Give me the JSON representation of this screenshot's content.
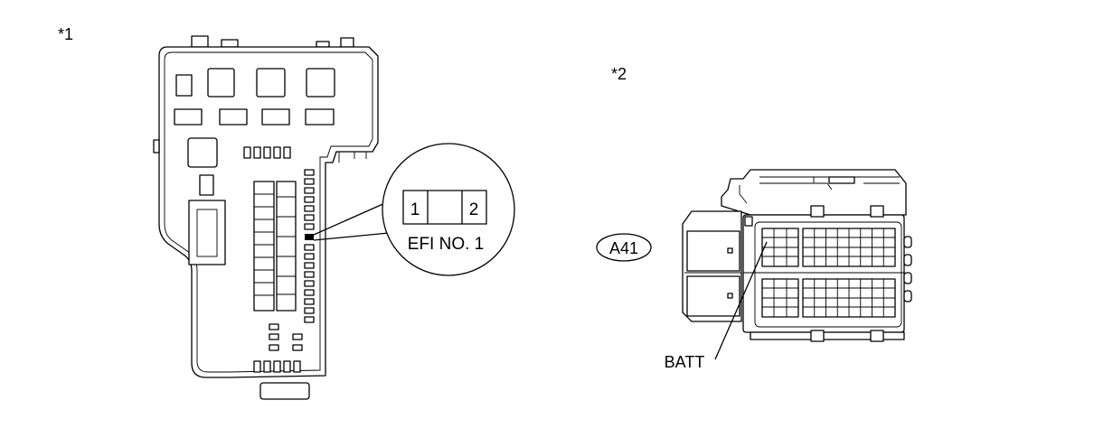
{
  "callouts": {
    "left": "*1",
    "right": "*2"
  },
  "fuse_detail": {
    "terminal_1": "1",
    "terminal_2": "2",
    "name": "EFI NO. 1"
  },
  "connector": {
    "code": "A41",
    "terminal_label": "BATT"
  }
}
